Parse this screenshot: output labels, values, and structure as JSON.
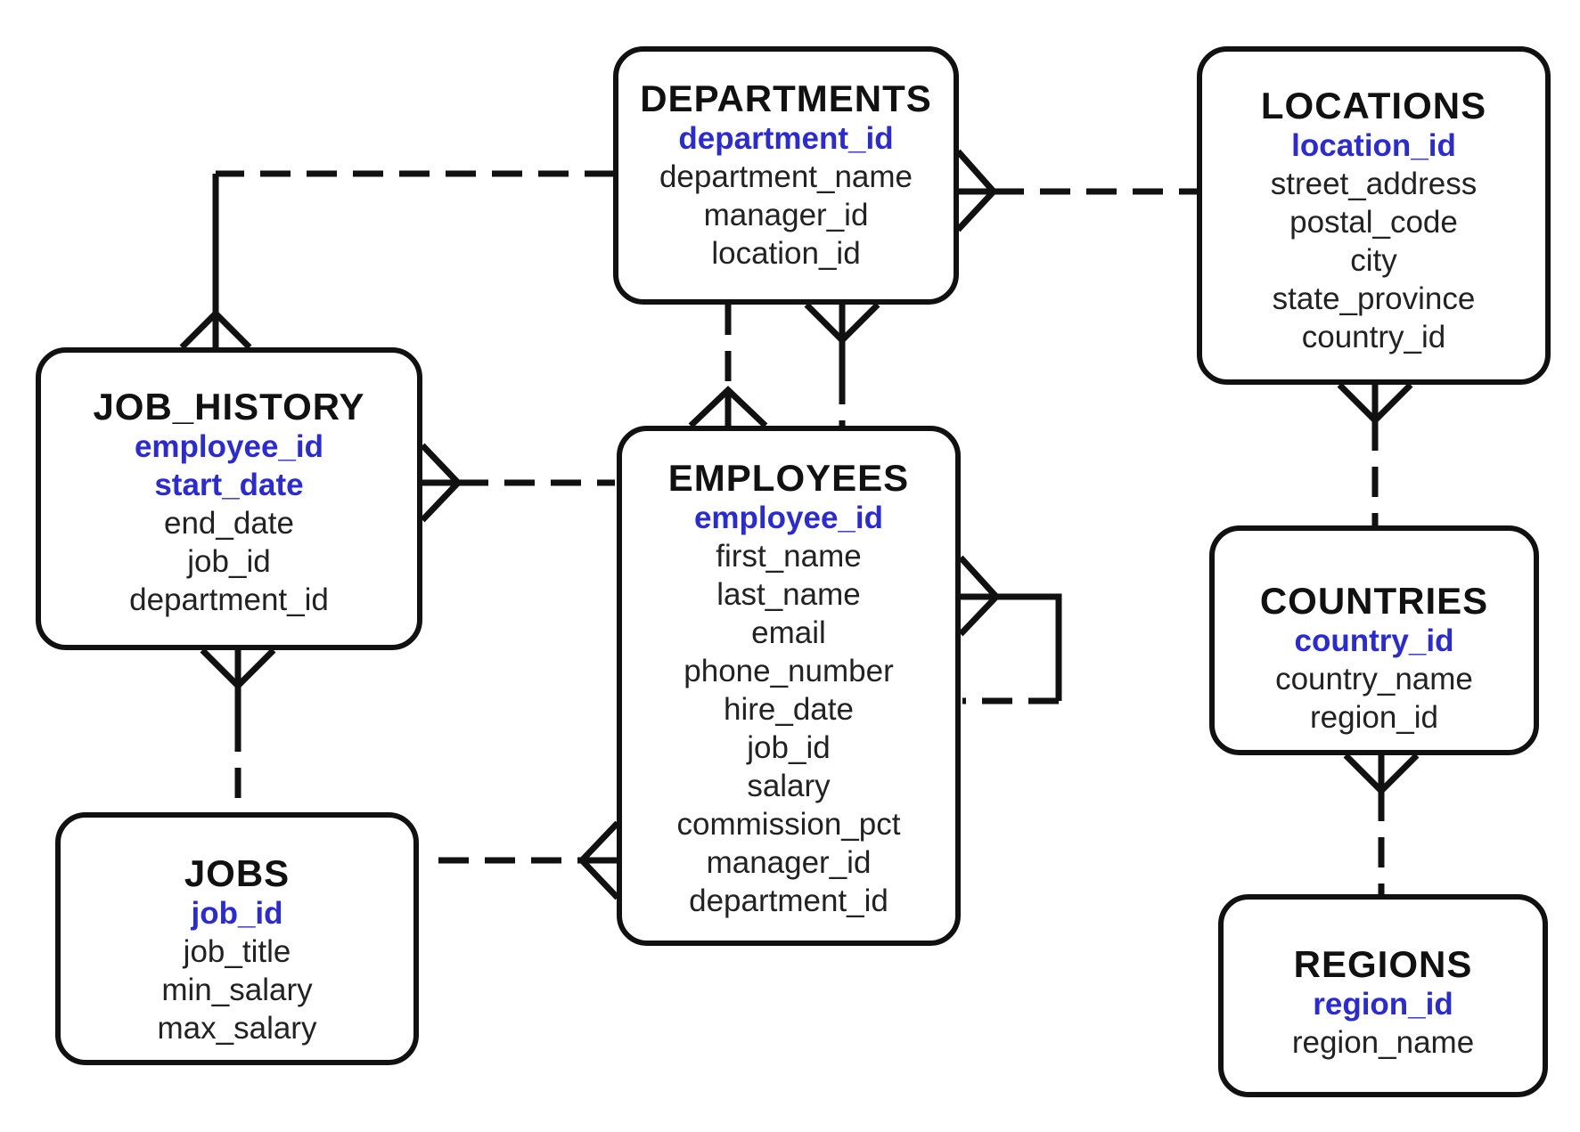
{
  "colors": {
    "line": "#111111",
    "key_field": "#2a2ad6",
    "field": "#222222"
  },
  "entities": {
    "departments": {
      "title": "DEPARTMENTS",
      "fields": [
        {
          "name": "department_id",
          "key": true
        },
        {
          "name": "department_name",
          "key": false
        },
        {
          "name": "manager_id",
          "key": false
        },
        {
          "name": "location_id",
          "key": false
        }
      ]
    },
    "locations": {
      "title": "LOCATIONS",
      "fields": [
        {
          "name": "location_id",
          "key": true
        },
        {
          "name": "street_address",
          "key": false
        },
        {
          "name": "postal_code",
          "key": false
        },
        {
          "name": "city",
          "key": false
        },
        {
          "name": "state_province",
          "key": false
        },
        {
          "name": "country_id",
          "key": false
        }
      ]
    },
    "job_history": {
      "title": "JOB_HISTORY",
      "fields": [
        {
          "name": "employee_id",
          "key": true
        },
        {
          "name": "start_date",
          "key": true
        },
        {
          "name": "end_date",
          "key": false
        },
        {
          "name": "job_id",
          "key": false
        },
        {
          "name": "department_id",
          "key": false
        }
      ]
    },
    "employees": {
      "title": "EMPLOYEES",
      "fields": [
        {
          "name": "employee_id",
          "key": true
        },
        {
          "name": "first_name",
          "key": false
        },
        {
          "name": "last_name",
          "key": false
        },
        {
          "name": "email",
          "key": false
        },
        {
          "name": "phone_number",
          "key": false
        },
        {
          "name": "hire_date",
          "key": false
        },
        {
          "name": "job_id",
          "key": false
        },
        {
          "name": "salary",
          "key": false
        },
        {
          "name": "commission_pct",
          "key": false
        },
        {
          "name": "manager_id",
          "key": false
        },
        {
          "name": "department_id",
          "key": false
        }
      ]
    },
    "countries": {
      "title": "COUNTRIES",
      "fields": [
        {
          "name": "country_id",
          "key": true
        },
        {
          "name": "country_name",
          "key": false
        },
        {
          "name": "region_id",
          "key": false
        }
      ]
    },
    "jobs": {
      "title": "JOBS",
      "fields": [
        {
          "name": "job_id",
          "key": true
        },
        {
          "name": "job_title",
          "key": false
        },
        {
          "name": "min_salary",
          "key": false
        },
        {
          "name": "max_salary",
          "key": false
        }
      ]
    },
    "regions": {
      "title": "REGIONS",
      "fields": [
        {
          "name": "region_id",
          "key": true
        },
        {
          "name": "region_name",
          "key": false
        }
      ]
    }
  },
  "relationships": [
    {
      "from": "departments",
      "to": "locations",
      "many_end": "departments",
      "optional": true
    },
    {
      "from": "departments",
      "to": "job_history",
      "many_end": "job_history",
      "optional": true
    },
    {
      "from": "departments",
      "to": "employees",
      "many_end": "employees",
      "optional": true
    },
    {
      "from": "employees",
      "to": "departments",
      "many_end": "departments",
      "optional": true
    },
    {
      "from": "employees",
      "to": "job_history",
      "many_end": "job_history",
      "optional": true
    },
    {
      "from": "employees",
      "to": "employees",
      "many_end": "employees",
      "optional": true
    },
    {
      "from": "jobs",
      "to": "employees",
      "many_end": "employees",
      "optional": true
    },
    {
      "from": "jobs",
      "to": "job_history",
      "many_end": "job_history",
      "optional": true
    },
    {
      "from": "countries",
      "to": "locations",
      "many_end": "locations",
      "optional": true
    },
    {
      "from": "regions",
      "to": "countries",
      "many_end": "countries",
      "optional": true
    }
  ]
}
